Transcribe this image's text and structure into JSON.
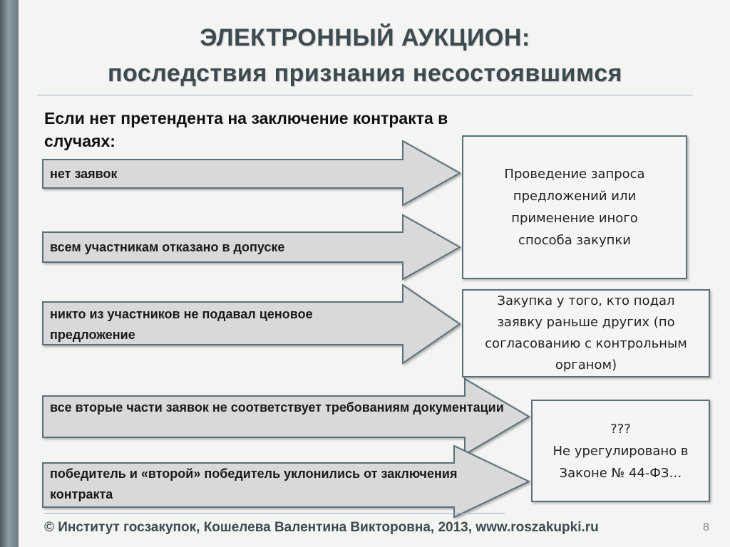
{
  "slide": {
    "title_line1": "ЭЛЕКТРОННЫЙ АУКЦИОН:",
    "title_line2": "последствия признания несостоявшимся",
    "intro": "Если нет претендента на заключение контракта в случаях:",
    "cases": [
      "нет заявок",
      "всем участникам отказано в допуске",
      "никто из участников не подавал ценовое предложение",
      "все вторые части заявок не соответствует требованиям документации",
      "победитель и «второй» победитель уклонились от заключения контракта"
    ],
    "outcomes": [
      "Проведение запроса\nпредложений или\nприменение иного\nспособа закупки",
      "Закупка у того, кто подал\nзаявку раньше других (по\nсогласованию с контрольным\nорганом)",
      "???\nНе урегулировано в\nЗаконе № 44-ФЗ…"
    ],
    "footer": "© Институт госзакупок, Кошелева Валентина Викторовна, 2013, www.roszakupki.ru",
    "page_number": "8"
  },
  "colors": {
    "arrow_fill": "#d9d9d9",
    "border": "#5b7079",
    "title": "#3d4a50",
    "accent_bar": "#7a8a91"
  }
}
